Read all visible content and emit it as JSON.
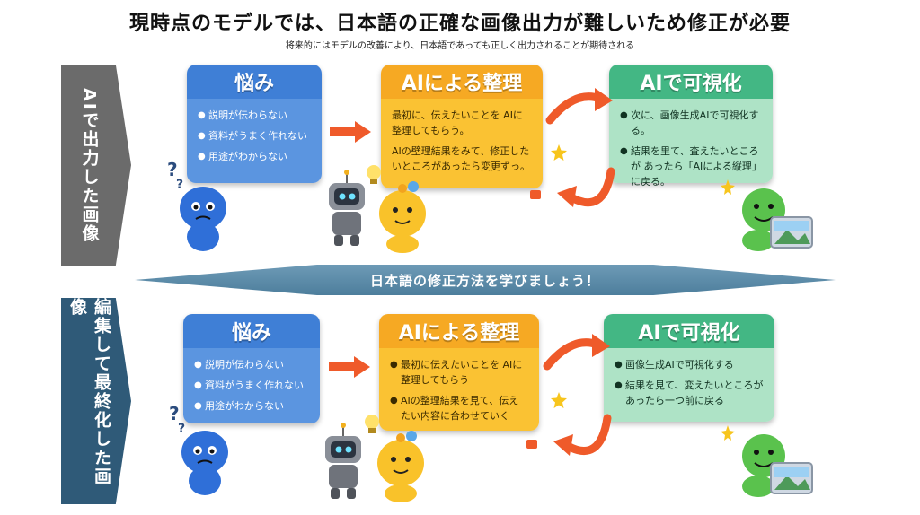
{
  "title": "現時点のモデルでは、日本語の正確な画像出力が難しいため修正が必要",
  "subtitle": "将来的にはモデルの改善により、日本語であっても正しく出力されることが期待される",
  "side_top": "AIで出力した画像",
  "side_bottom": "編集して最終化した画像",
  "banner": "日本語の修正方法を学びましょう！",
  "colors": {
    "blue": "#3f7fd6",
    "yellow": "#f6a923",
    "green": "#43b784",
    "arrow": "#ef5a2a",
    "side_top": "#6b6b6b",
    "side_bottom": "#2f5a78"
  },
  "top": {
    "worry": {
      "title": "悩み",
      "items": [
        "説明が伝わらない",
        "資料がうまく作れない",
        "用途がわからない"
      ]
    },
    "organize": {
      "title": "AIによる整理",
      "items": [
        "最初に、伝えたいことを AIに整理してもらう。",
        "AIの壁理結果をみて、修正したいところがあったら変更ずっ。"
      ]
    },
    "visualize": {
      "title": "AIで可視化",
      "items": [
        "次に、画像生成AIで可視化する。",
        "結果を里て、査えたいところが あったら「AIによる縦理」に戻る。"
      ]
    }
  },
  "bottom": {
    "worry": {
      "title": "悩み",
      "items": [
        "説明が伝わらない",
        "資料がうまく作れない",
        "用途がわからない"
      ]
    },
    "organize": {
      "title": "AIによる整理",
      "items": [
        "最初に伝えたいことを AIに整理してもらう",
        "AIの整理結果を見て、伝えたい内容に合わせていく"
      ]
    },
    "visualize": {
      "title": "AIで可視化",
      "items": [
        "画像生成AIで可視化する",
        "結果を見て、変えたいところが あったら一つ前に戻る"
      ]
    }
  }
}
